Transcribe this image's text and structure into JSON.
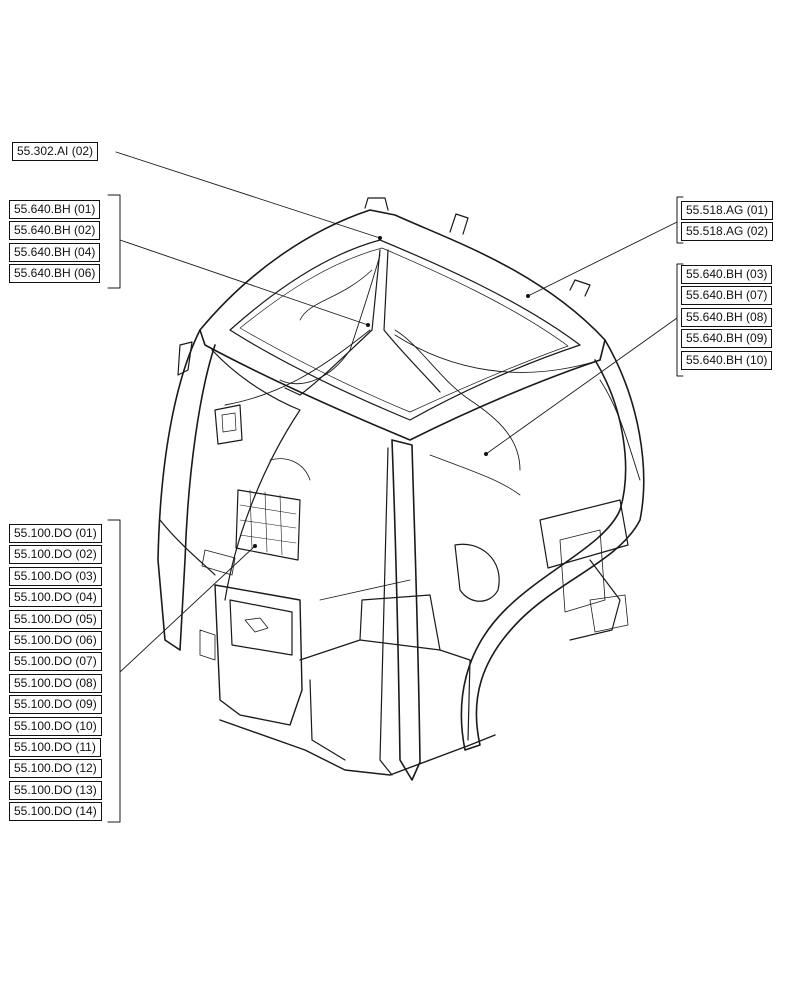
{
  "callouts": {
    "top_left": {
      "labels": [
        "55.302.AI (02)"
      ]
    },
    "left_harness": {
      "labels": [
        "55.640.BH (01)",
        "55.640.BH (02)",
        "55.640.BH (04)",
        "55.640.BH (06)"
      ]
    },
    "roof_right": {
      "labels": [
        "55.518.AG (01)",
        "55.518.AG (02)"
      ]
    },
    "right_harness": {
      "labels": [
        "55.640.BH (03)",
        "55.640.BH (07)",
        "55.640.BH (08)",
        "55.640.BH (09)",
        "55.640.BH (10)"
      ]
    },
    "console": {
      "labels": [
        "55.100.DO (01)",
        "55.100.DO (02)",
        "55.100.DO (03)",
        "55.100.DO (04)",
        "55.100.DO (05)",
        "55.100.DO (06)",
        "55.100.DO (07)",
        "55.100.DO (08)",
        "55.100.DO (09)",
        "55.100.DO (10)",
        "55.100.DO (11)",
        "55.100.DO (12)",
        "55.100.DO (13)",
        "55.100.DO (14)"
      ]
    }
  },
  "drawing": {
    "subject": "cab-frame-wiring-icon"
  }
}
